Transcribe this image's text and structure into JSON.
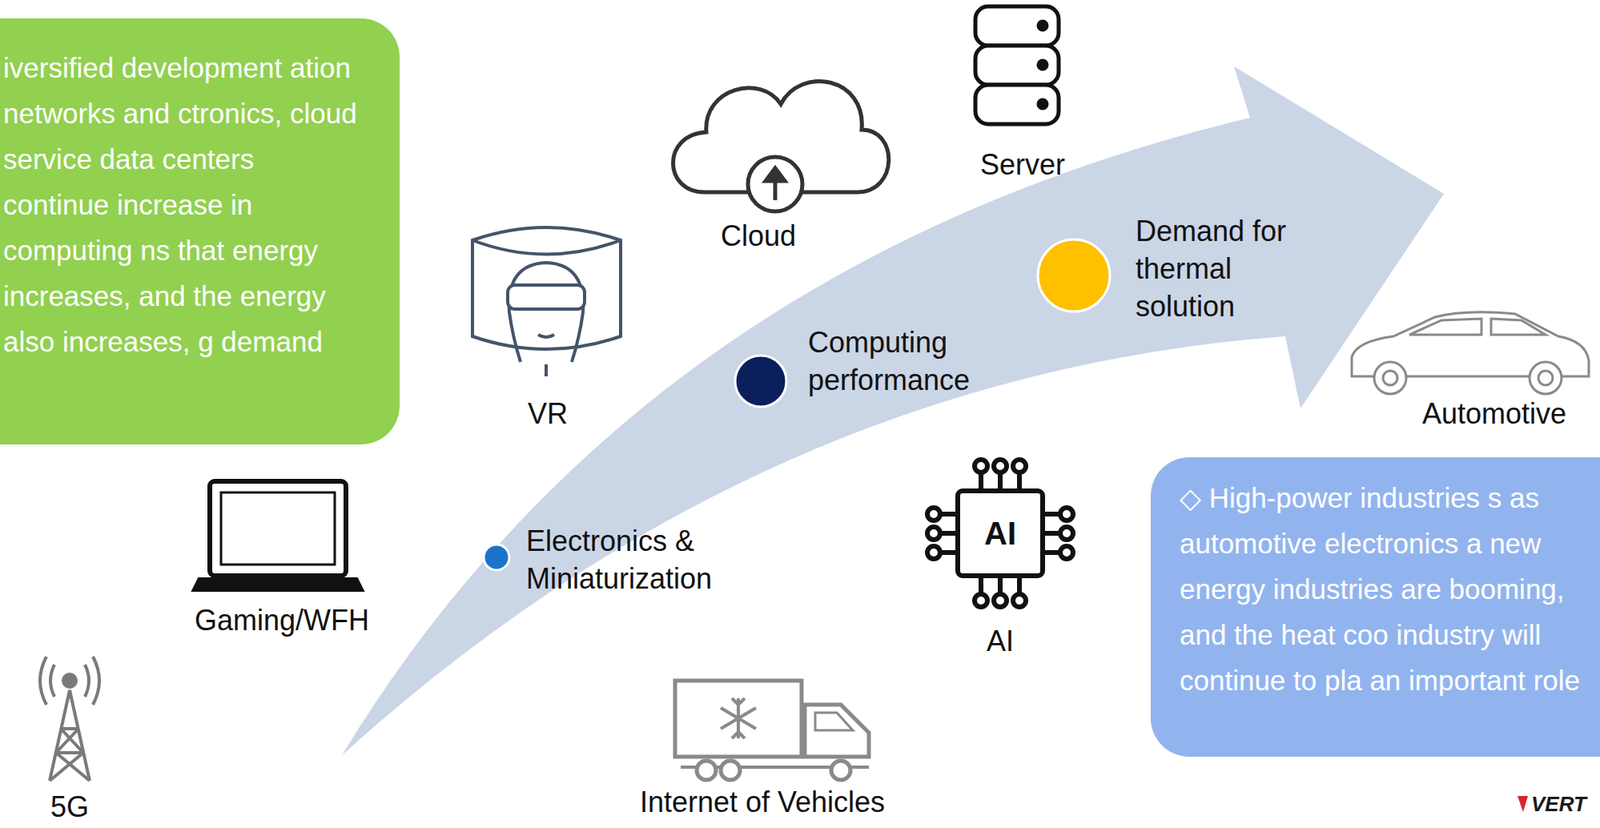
{
  "diagram": {
    "nodes": [
      {
        "text": [
          "iversified development ation networks and ctronics, cloud service data centers continue increase in computing ns that energy increases, and the energy also increases, g demand"
        ]
      },
      {
        "text": [
          "◇ High-power industries s as automotive electronics a new energy industries are booming, and the heat coo industry will continue to pla an important role"
        ]
      }
    ],
    "labels": [
      "Server",
      "Cloud",
      "Demand for thermal solution",
      "VR",
      "Computing performance",
      "Automotive",
      "Electronics & Miniaturization",
      "Gaming/WFH",
      "AI",
      "AI",
      "5G",
      "Internet of Vehicles",
      "VERT"
    ]
  }
}
